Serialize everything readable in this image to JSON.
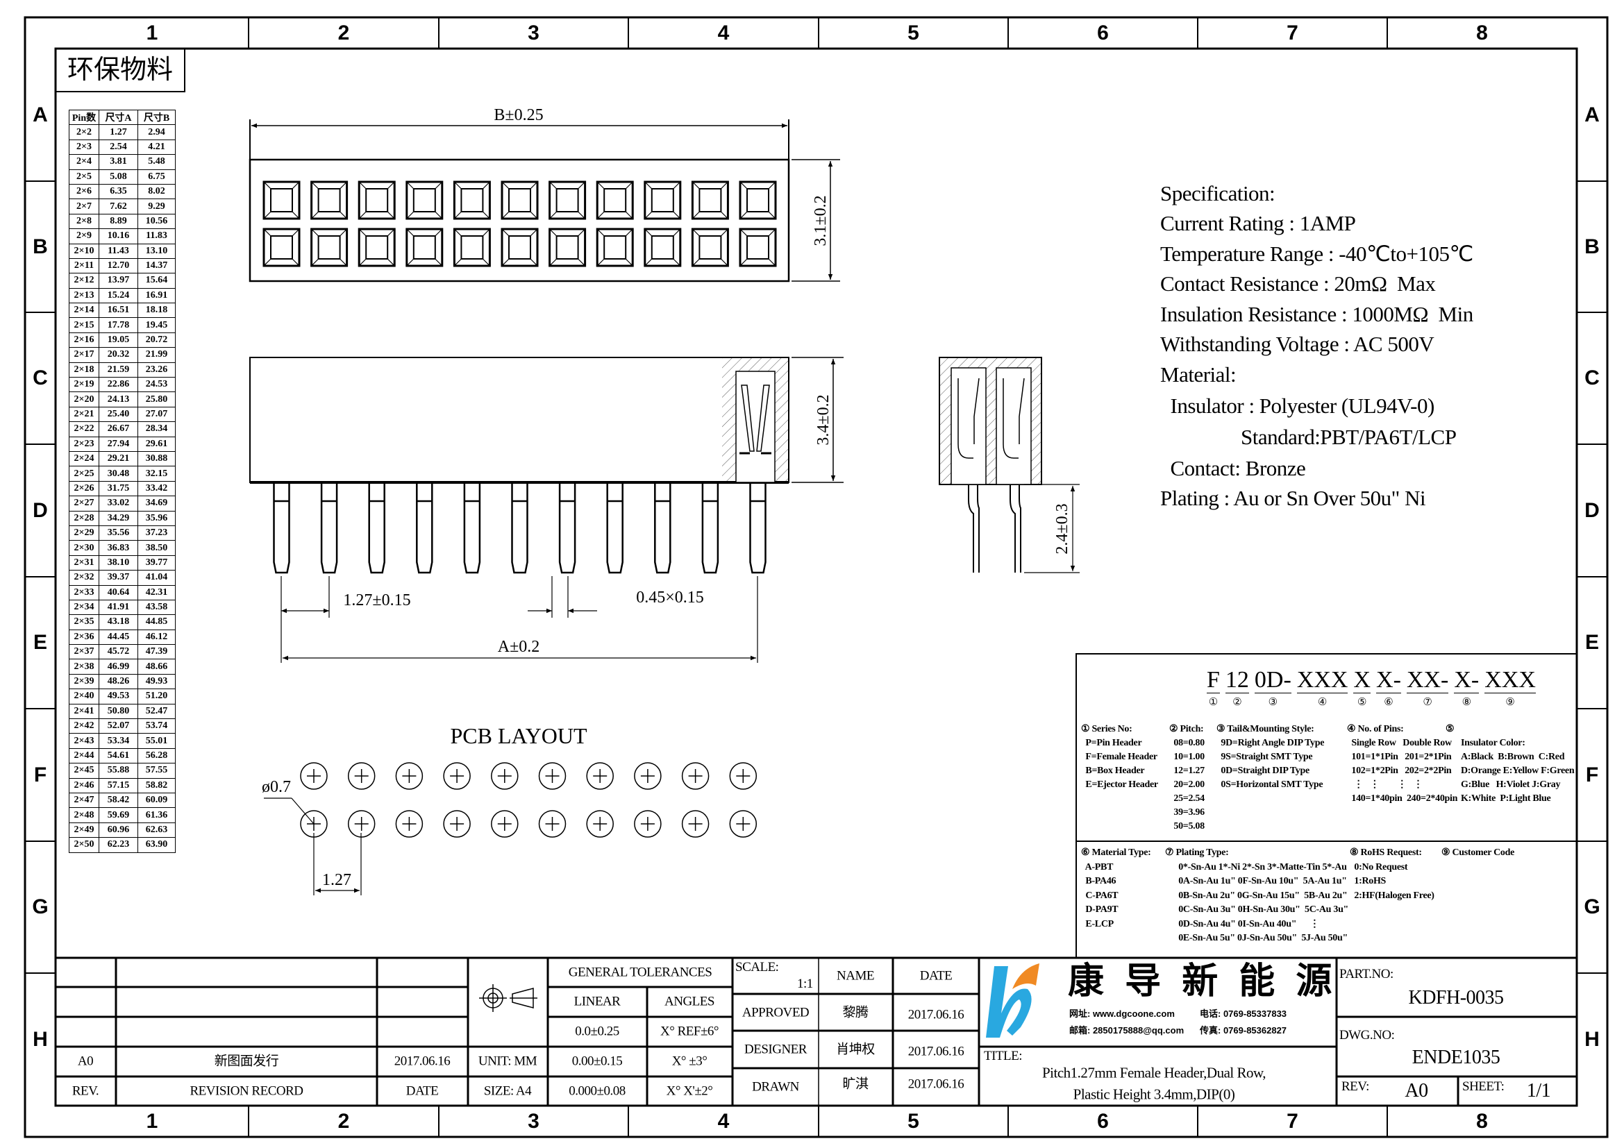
{
  "frame": {
    "columns": [
      "1",
      "2",
      "3",
      "4",
      "5",
      "6",
      "7",
      "8"
    ],
    "rows": [
      "A",
      "B",
      "C",
      "D",
      "E",
      "F",
      "G",
      "H"
    ]
  },
  "eco_label": "环保物料",
  "pin_table": {
    "headers": [
      "Pin数",
      "尺寸A",
      "尺寸B"
    ],
    "rows": [
      [
        "2×2",
        "1.27",
        "2.94"
      ],
      [
        "2×3",
        "2.54",
        "4.21"
      ],
      [
        "2×4",
        "3.81",
        "5.48"
      ],
      [
        "2×5",
        "5.08",
        "6.75"
      ],
      [
        "2×6",
        "6.35",
        "8.02"
      ],
      [
        "2×7",
        "7.62",
        "9.29"
      ],
      [
        "2×8",
        "8.89",
        "10.56"
      ],
      [
        "2×9",
        "10.16",
        "11.83"
      ],
      [
        "2×10",
        "11.43",
        "13.10"
      ],
      [
        "2×11",
        "12.70",
        "14.37"
      ],
      [
        "2×12",
        "13.97",
        "15.64"
      ],
      [
        "2×13",
        "15.24",
        "16.91"
      ],
      [
        "2×14",
        "16.51",
        "18.18"
      ],
      [
        "2×15",
        "17.78",
        "19.45"
      ],
      [
        "2×16",
        "19.05",
        "20.72"
      ],
      [
        "2×17",
        "20.32",
        "21.99"
      ],
      [
        "2×18",
        "21.59",
        "23.26"
      ],
      [
        "2×19",
        "22.86",
        "24.53"
      ],
      [
        "2×20",
        "24.13",
        "25.80"
      ],
      [
        "2×21",
        "25.40",
        "27.07"
      ],
      [
        "2×22",
        "26.67",
        "28.34"
      ],
      [
        "2×23",
        "27.94",
        "29.61"
      ],
      [
        "2×24",
        "29.21",
        "30.88"
      ],
      [
        "2×25",
        "30.48",
        "32.15"
      ],
      [
        "2×26",
        "31.75",
        "33.42"
      ],
      [
        "2×27",
        "33.02",
        "34.69"
      ],
      [
        "2×28",
        "34.29",
        "35.96"
      ],
      [
        "2×29",
        "35.56",
        "37.23"
      ],
      [
        "2×30",
        "36.83",
        "38.50"
      ],
      [
        "2×31",
        "38.10",
        "39.77"
      ],
      [
        "2×32",
        "39.37",
        "41.04"
      ],
      [
        "2×33",
        "40.64",
        "42.31"
      ],
      [
        "2×34",
        "41.91",
        "43.58"
      ],
      [
        "2×35",
        "43.18",
        "44.85"
      ],
      [
        "2×36",
        "44.45",
        "46.12"
      ],
      [
        "2×37",
        "45.72",
        "47.39"
      ],
      [
        "2×38",
        "46.99",
        "48.66"
      ],
      [
        "2×39",
        "48.26",
        "49.93"
      ],
      [
        "2×40",
        "49.53",
        "51.20"
      ],
      [
        "2×41",
        "50.80",
        "52.47"
      ],
      [
        "2×42",
        "52.07",
        "53.74"
      ],
      [
        "2×43",
        "53.34",
        "55.01"
      ],
      [
        "2×44",
        "54.61",
        "56.28"
      ],
      [
        "2×45",
        "55.88",
        "57.55"
      ],
      [
        "2×46",
        "57.15",
        "58.82"
      ],
      [
        "2×47",
        "58.42",
        "60.09"
      ],
      [
        "2×48",
        "59.69",
        "61.36"
      ],
      [
        "2×49",
        "60.96",
        "62.63"
      ],
      [
        "2×50",
        "62.23",
        "63.90"
      ]
    ]
  },
  "dimensions": {
    "b": "B±0.25",
    "width_top": "3.1±0.2",
    "height": "3.4±0.2",
    "pitch": "1.27±0.15",
    "pin_size": "0.45×0.15",
    "a": "A±0.2",
    "tail": "2.4±0.3"
  },
  "pcb": {
    "title": "PCB LAYOUT",
    "hole": "ø0.7",
    "pitch": "1.27",
    "columns": 10
  },
  "drawing": {
    "top_columns": 11,
    "pins": 11
  },
  "spec": {
    "lines": [
      "Specification:",
      "Current Rating : 1AMP",
      "Temperature Range : -40℃to+105℃",
      "Contact Resistance : 20mΩ  Max",
      "Insulation Resistance : 1000MΩ  Min",
      "Withstanding Voltage : AC 500V",
      "Material:",
      "  Insulator : Polyester (UL94V-0)",
      "                Standard:PBT/PA6T/LCP",
      "  Contact: Bronze",
      "Plating : Au or Sn Over 50u\" Ni"
    ]
  },
  "part_code": {
    "segments": [
      {
        "text": "F",
        "num": "①"
      },
      {
        "text": "12",
        "num": "②"
      },
      {
        "text": "0D-",
        "num": "③"
      },
      {
        "text": "XXX",
        "num": "④"
      },
      {
        "text": "X",
        "num": "⑤"
      },
      {
        "text": "X-",
        "num": "⑥"
      },
      {
        "text": "XX-",
        "num": "⑦"
      },
      {
        "text": "X-",
        "num": "⑧"
      },
      {
        "text": "XXX",
        "num": "⑨"
      }
    ],
    "legend_top": [
      {
        "lines": [
          "① Series No:",
          "  P=Pin Header",
          "  F=Female Header",
          "  B=Box Header",
          "  E=Ejector Header"
        ]
      },
      {
        "lines": [
          "② Pitch:",
          "  08=0.80",
          "  10=1.00",
          "  12=1.27",
          "  20=2.00",
          "  25=2.54",
          "  39=3.96",
          "  50=5.08"
        ]
      },
      {
        "lines": [
          "③ Tail&Mounting Style:",
          "  9D=Right Angle DIP Type",
          "  9S=Straight SMT Type",
          "  0D=Straight DIP Type",
          "  0S=Horizontal SMT Type"
        ]
      },
      {
        "lines": [
          "④ No. of Pins:",
          "  Single Row   Double Row",
          "  101=1*1Pin   201=2*1Pin",
          "  102=1*2Pin   202=2*2Pin",
          "   ⋮   ⋮        ⋮   ⋮",
          "  140=1*40pin  240=2*40pin"
        ]
      },
      {
        "lines": [
          "⑤"
        ]
      },
      {
        "lines": [
          "",
          "Insulator Color:",
          "A:Black  B:Brown  C:Red",
          "D:Orange E:Yellow F:Green",
          "G:Blue   H:Violet J:Gray",
          "K:White  P:Light Blue"
        ]
      }
    ],
    "legend_bottom": [
      {
        "lines": [
          "⑥ Material Type:",
          "  A-PBT",
          "  B-PA46",
          "  C-PA6T",
          "  D-PA9T",
          "  E-LCP"
        ]
      },
      {
        "lines": [
          "⑦ Plating Type:",
          "      0*-Sn-Au 1*-Ni 2*-Sn 3*-Matte-Tin 5*-Au",
          "      0A-Sn-Au 1u\" 0F-Sn-Au 10u\"  5A-Au 1u\"",
          "      0B-Sn-Au 2u\" 0G-Sn-Au 15u\"  5B-Au 2u\"",
          "      0C-Sn-Au 3u\" 0H-Sn-Au 30u\"  5C-Au 3u\"",
          "      0D-Sn-Au 4u\" 0I-Sn-Au 40u\"      ⋮",
          "      0E-Sn-Au 5u\" 0J-Sn-Au 50u\"  5J-Au 50u\""
        ]
      },
      {
        "lines": [
          "⑧ RoHS Request:",
          "  0:No Request",
          "  1:RoHS",
          "  2:HF(Halogen Free)"
        ]
      },
      {
        "lines": [
          "⑨ Customer Code"
        ]
      }
    ]
  },
  "revision": {
    "rev_label": "REV.",
    "record_label": "REVISION RECORD",
    "date_label": "DATE",
    "rev": "A0",
    "record": "新图面发行",
    "date": "2017.06.16"
  },
  "tolerances": {
    "title": "GENERAL TOLERANCES",
    "linear": "LINEAR",
    "angles": "ANGLES",
    "rows": [
      [
        "0.0±0.25",
        "X° REF±6°"
      ],
      [
        "0.00±0.15",
        "X° ±3°"
      ],
      [
        "0.000±0.08",
        "X° X'±2°"
      ]
    ],
    "unit": "UNIT: MM",
    "size": "SIZE: A4"
  },
  "approvals": {
    "scale_label": "SCALE:",
    "scale": "1:1",
    "name_label": "NAME",
    "date_label": "DATE",
    "rows": [
      {
        "role": "APPROVED",
        "name": "黎腾",
        "date": "2017.06.16"
      },
      {
        "role": "DESIGNER",
        "name": "肖坤权",
        "date": "2017.06.16"
      },
      {
        "role": "DRAWN",
        "name": "旷淇",
        "date": "2017.06.16"
      }
    ]
  },
  "company": {
    "name": "康 导 新 能 源",
    "web": "网址: www.dgcoone.com",
    "tel": "电话: 0769-85337833",
    "email": "邮箱: 2850175888@qq.com",
    "fax": "传真: 0769-85362827",
    "logo_colors": {
      "blue": "#29a8e0",
      "orange": "#f08a24"
    }
  },
  "title_block": {
    "title_label": "TITLE:",
    "title_line1": "Pitch1.27mm Female Header,Dual Row,",
    "title_line2": "Plastic Height 3.4mm,DIP(0)",
    "part_no_label": "PART.NO:",
    "part_no": "KDFH-0035",
    "dwg_no_label": "DWG.NO:",
    "dwg_no": "ENDE1035",
    "rev_label": "REV:",
    "rev": "A0",
    "sheet_label": "SHEET:",
    "sheet": "1/1"
  }
}
